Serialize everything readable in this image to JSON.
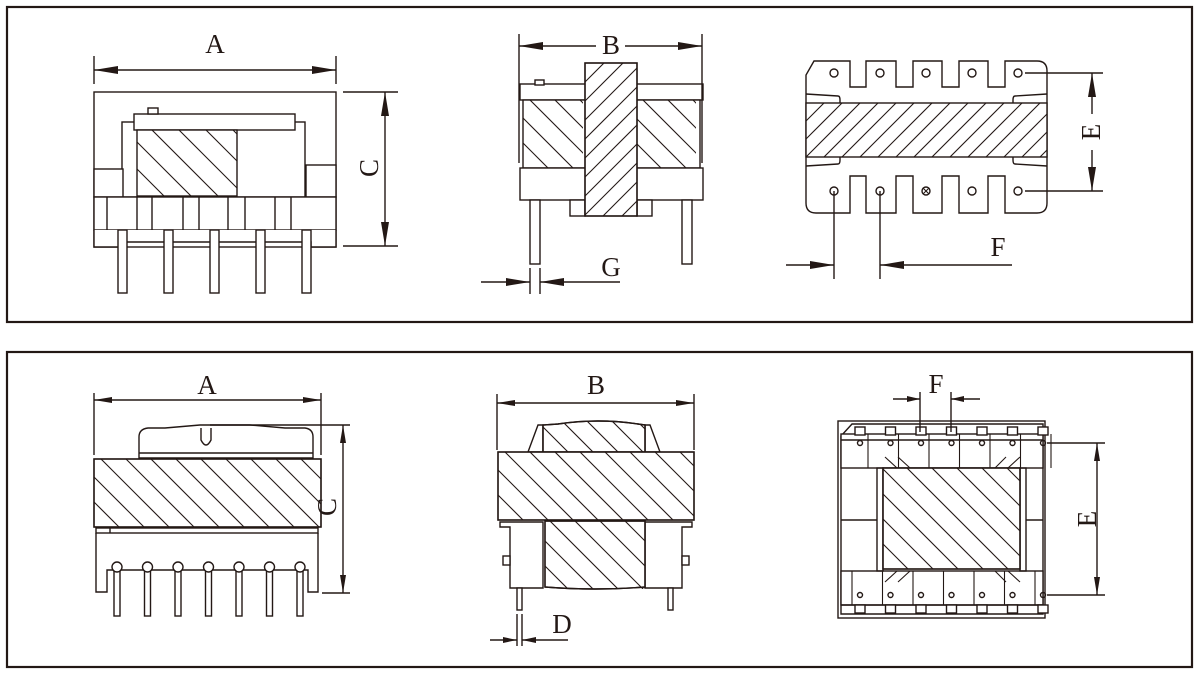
{
  "title": "Transformer dimension drawings",
  "colors": {
    "line": "#231815",
    "background": "#ffffff"
  },
  "panels": [
    {
      "name": "top-panel",
      "views": [
        {
          "name": "front-view",
          "labels": {
            "width": "A",
            "height": "C"
          }
        },
        {
          "name": "side-view",
          "labels": {
            "width": "B",
            "pin_dia": "G"
          }
        },
        {
          "name": "bottom-view",
          "labels": {
            "row_pitch": "E",
            "pin_pitch": "F"
          },
          "pins_per_row": 5
        }
      ]
    },
    {
      "name": "bottom-panel",
      "views": [
        {
          "name": "front-view",
          "labels": {
            "width": "A",
            "height": "C"
          },
          "pins_per_row": 7
        },
        {
          "name": "side-view",
          "labels": {
            "width": "B",
            "pin_dia": "D"
          }
        },
        {
          "name": "bottom-view",
          "labels": {
            "pin_pitch": "F",
            "row_pitch": "E"
          },
          "pins_per_row": 7
        }
      ]
    }
  ]
}
